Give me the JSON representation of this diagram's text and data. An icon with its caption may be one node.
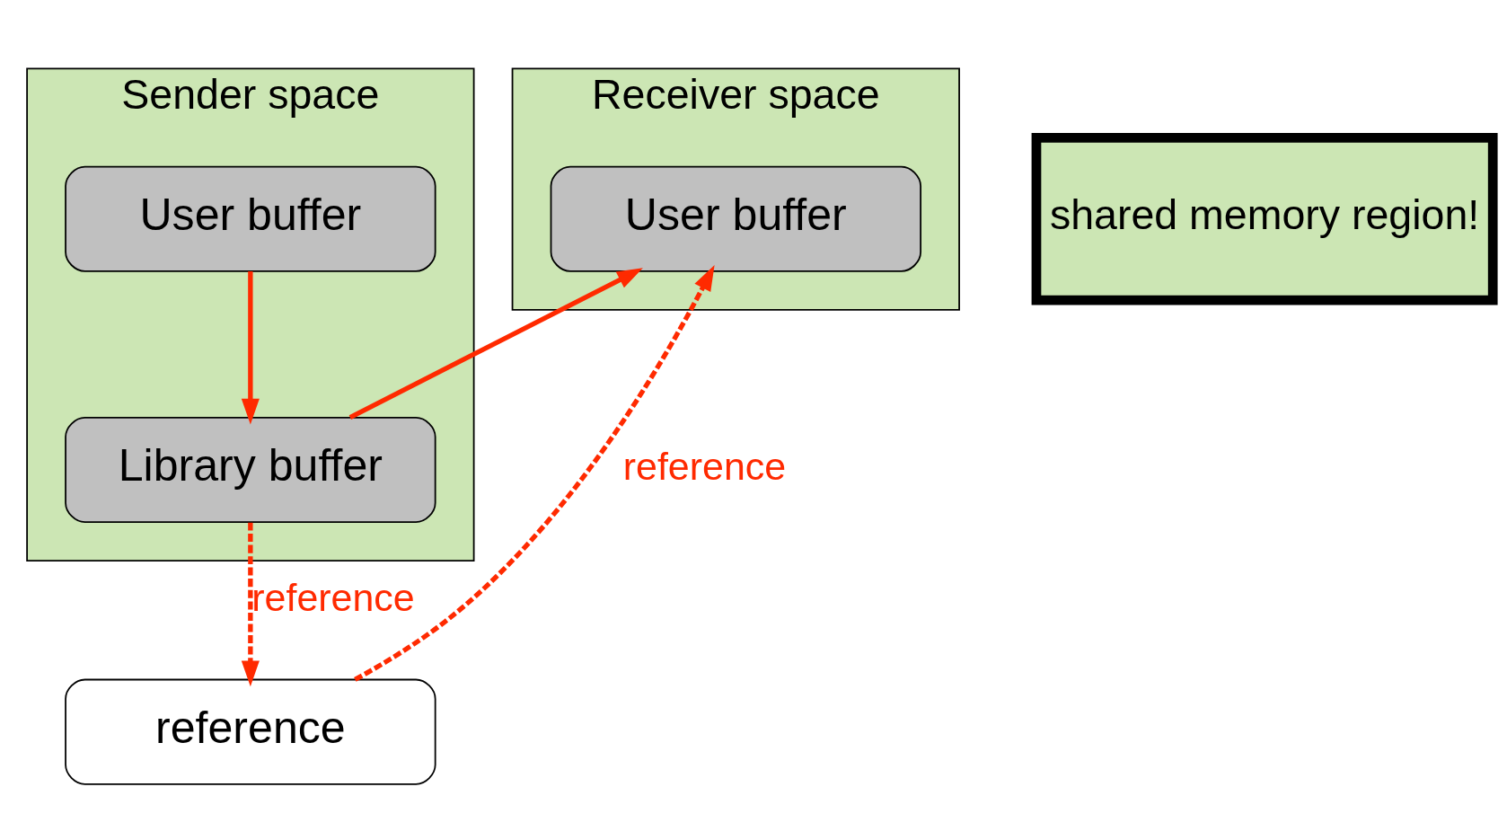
{
  "diagram": {
    "nodes": [
      {
        "text": [
          "Sender space"
        ]
      },
      {
        "text": [
          "User buffer"
        ],
        "in": 0
      },
      {
        "text": [
          "Library buffer"
        ],
        "in": 0
      },
      {
        "text": [
          "Receiver space"
        ]
      },
      {
        "text": [
          "User buffer"
        ],
        "in": 3
      },
      {
        "text": [
          "reference"
        ]
      },
      {
        "text": [
          "shared memory region!"
        ]
      }
    ],
    "edges": [
      {
        "from": 1,
        "to": 2,
        "arrow": "to"
      },
      {
        "from": 2,
        "to": 4,
        "arrow": "to"
      },
      {
        "from": 2,
        "to": 5,
        "arrow": "to",
        "style": "dashed",
        "label": "reference"
      },
      {
        "from": 5,
        "to": 4,
        "arrow": "to",
        "style": "dashed",
        "label": "reference"
      }
    ]
  }
}
